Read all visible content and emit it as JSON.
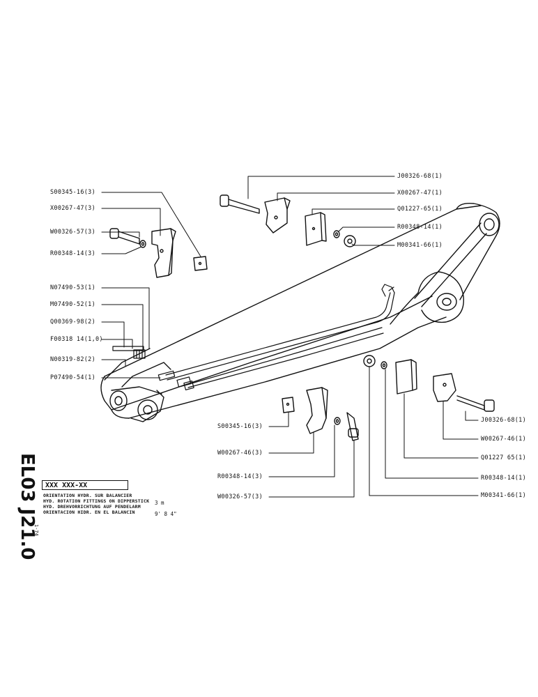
{
  "labels": {
    "s00345_16_3_top": "S00345-16(3)",
    "x00267_47_3": "X00267-47(3)",
    "w00326_57_3_top": "W00326-57(3)",
    "r00348_14_3_top": "R00348-14(3)",
    "n07490_53_1": "N07490-53(1)",
    "m07490_52_1": "M07490-52(1)",
    "q00369_98_2": "Q00369-98(2)",
    "f00318_14": "F00318 14(1,0)",
    "n00319_82_2": "N00319-82(2)",
    "p07490_54_1": "P07490-54(1)",
    "j00326_68_1_top": "J00326-68(1)",
    "x00267_47_1": "X00267-47(1)",
    "q01227_65_1_top": "Q01227-65(1)",
    "r00348_14_1_top": "R00348-14(1)",
    "m00341_66_1_top": "M00341-66(1)",
    "s00345_16_3_bot": "S00345-16(3)",
    "w00267_46_3": "W00267-46(3)",
    "r00348_14_3_bot": "R00348-14(3)",
    "w00326_57_3_bot": "W00326-57(3)",
    "j00326_68_1_bot": "J00326-68(1)",
    "w00267_46_1": "W00267-46(1)",
    "q01227_65_1_bot": "Q01227 65(1)",
    "r00348_14_1_bot": "R00348-14(1)",
    "m00341_66_1_bot": "M00341-66(1)"
  },
  "side_code": "EL03 J21.0",
  "side_date": "1-74",
  "code_box": "XXX XXX-XX",
  "title_lines": [
    "ORIENTATION HYDR. SUR BALANCIER",
    "HYD. ROTATION FITTINGS ON DIPPERSTICK",
    "HYD. DREHVORRICHTUNG AUF PENDELARM",
    "ORIENTACION HIDR. EN EL BALANCIN"
  ],
  "spec_metric": "3 m",
  "spec_imperial": "9' 8 4\""
}
